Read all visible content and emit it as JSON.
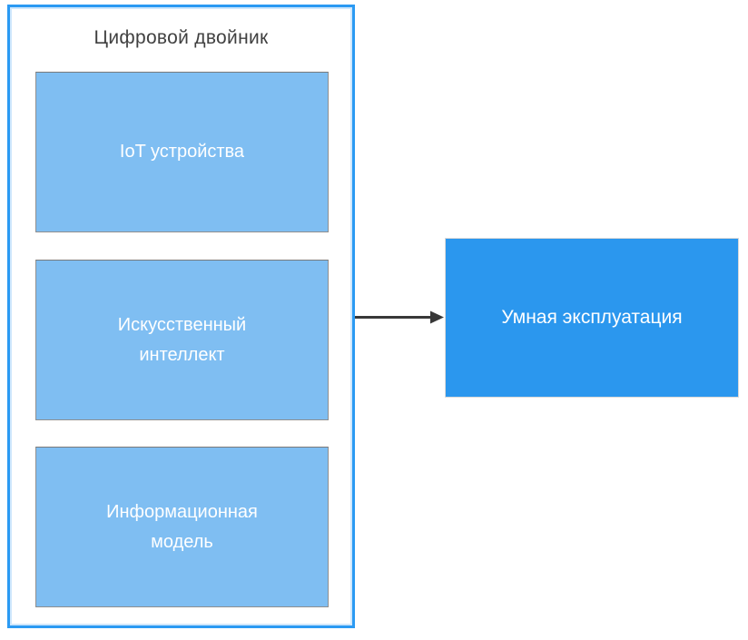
{
  "diagram": {
    "container": {
      "title": "Цифровой двойник"
    },
    "components": [
      {
        "id": "iot-devices",
        "label": "IoT устройства"
      },
      {
        "id": "artificial-intelligence",
        "label": "Искусственный\nинтеллект"
      },
      {
        "id": "information-model",
        "label": "Информационная\nмодель"
      }
    ],
    "result": {
      "label": "Умная эксплуатация"
    },
    "colors": {
      "container_border": "#2b9af3",
      "component_fill": "#7fbef2",
      "component_border": "#8f8f8f",
      "result_fill": "#2b97ee",
      "result_border": "#d9d9d9",
      "arrow": "#383838",
      "title_text": "#404040",
      "box_text": "#ffffff",
      "background": "#ffffff"
    }
  }
}
